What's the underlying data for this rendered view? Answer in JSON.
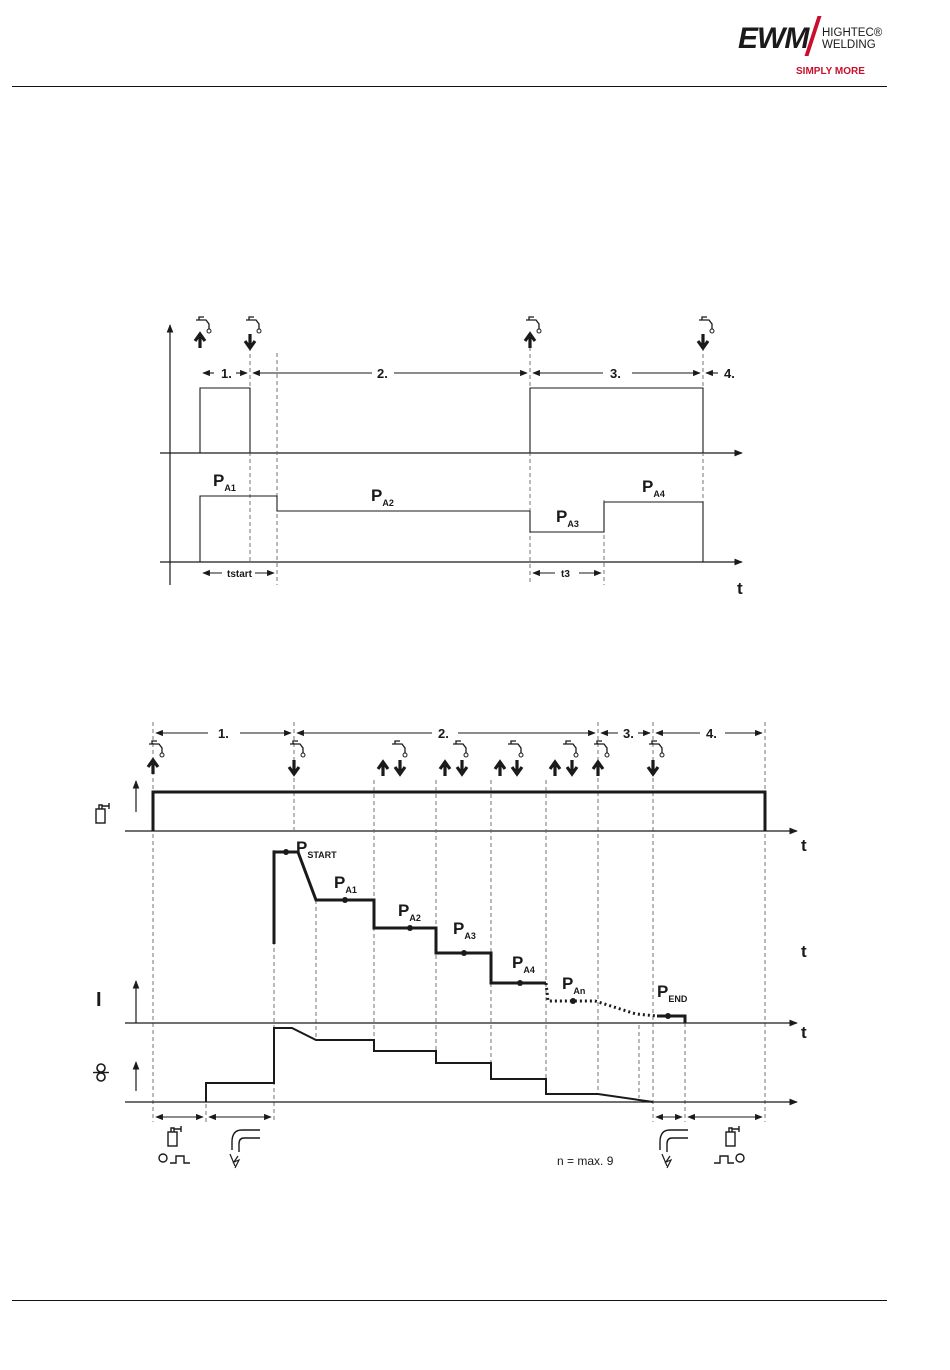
{
  "header": {
    "logo_text": "EWM",
    "logo_tagline_1": "HIGHTEC®",
    "logo_tagline_2": "WELDING",
    "logo_slogan": "SIMPLY MORE",
    "brand_color": "#c8102e"
  },
  "diagram1": {
    "phases": [
      "1.",
      "2.",
      "3.",
      "4."
    ],
    "params": {
      "pa1": {
        "p": "P",
        "sub": "A1"
      },
      "pa2": {
        "p": "P",
        "sub": "A2"
      },
      "pa3": {
        "p": "P",
        "sub": "A3"
      },
      "pa4": {
        "p": "P",
        "sub": "A4"
      }
    },
    "times": {
      "tstart": "tstart",
      "t3": "t3"
    },
    "axis_label": "t"
  },
  "diagram2": {
    "phases": [
      "1.",
      "2.",
      "3.",
      "4."
    ],
    "axis_t1": "t",
    "axis_t2": "t",
    "axis_t3": "t",
    "current_label": "I",
    "params": {
      "pstart": {
        "p": "P",
        "sub": "START"
      },
      "pa1": {
        "p": "P",
        "sub": "A1"
      },
      "pa2": {
        "p": "P",
        "sub": "A2"
      },
      "pa3": {
        "p": "P",
        "sub": "A3"
      },
      "pa4": {
        "p": "P",
        "sub": "A4"
      },
      "pan": {
        "p": "P",
        "sub": "An"
      },
      "pend": {
        "p": "P",
        "sub": "END"
      }
    },
    "note": "n = max. 9"
  },
  "icons": [
    "torch-trigger-up-icon",
    "torch-trigger-down-icon",
    "gas-bottle-icon",
    "wire-feed-icon",
    "welding-torch-icon",
    "arrow-up-icon",
    "arrow-down-icon",
    "clock-icon"
  ]
}
